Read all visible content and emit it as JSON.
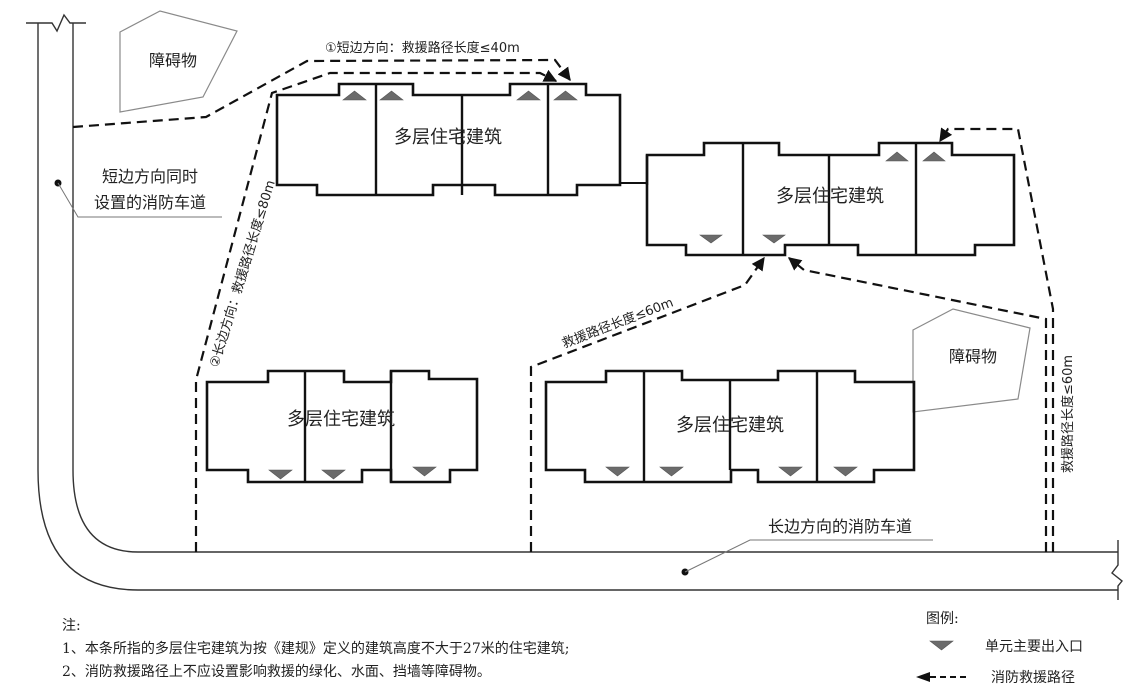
{
  "diagram": {
    "buildings": [
      {
        "id": "top-left",
        "label": "多层住宅建筑",
        "units": 4,
        "entrances": "north"
      },
      {
        "id": "top-right",
        "label": "多层住宅建筑",
        "units": 4,
        "entrances": "mixed"
      },
      {
        "id": "bottom-left",
        "label": "多层住宅建筑",
        "units": 3,
        "entrances": "south"
      },
      {
        "id": "bottom-right",
        "label": "多层住宅建筑",
        "units": 4,
        "entrances": "south"
      }
    ],
    "obstacles": [
      {
        "id": "obstacle-top",
        "label": "障碍物"
      },
      {
        "id": "obstacle-right",
        "label": "障碍物"
      }
    ],
    "roads": {
      "short_side": {
        "label_line1": "短边方向同时",
        "label_line2": "设置的消防车道"
      },
      "long_side": {
        "label": "长边方向的消防车道"
      }
    },
    "rescue_paths": {
      "short_side": "①短边方向：救援路径长度≤40m",
      "long_side": "②长边方向：救援路径长度≤80m",
      "middle": "救援路径长度≤60m",
      "right": "救援路径长度≤60m"
    }
  },
  "notes": {
    "title": "注:",
    "items": [
      "1、本条所指的多层住宅建筑为按《建规》定义的建筑高度不大于27米的住宅建筑;",
      "2、消防救援路径上不应设置影响救援的绿化、水面、挡墙等障碍物。"
    ]
  },
  "legend": {
    "title": "图例:",
    "items": [
      {
        "icon": "entrance-triangle-icon",
        "label": "单元主要出入口"
      },
      {
        "icon": "dashed-arrow-icon",
        "label": "消防救援路径"
      }
    ]
  }
}
